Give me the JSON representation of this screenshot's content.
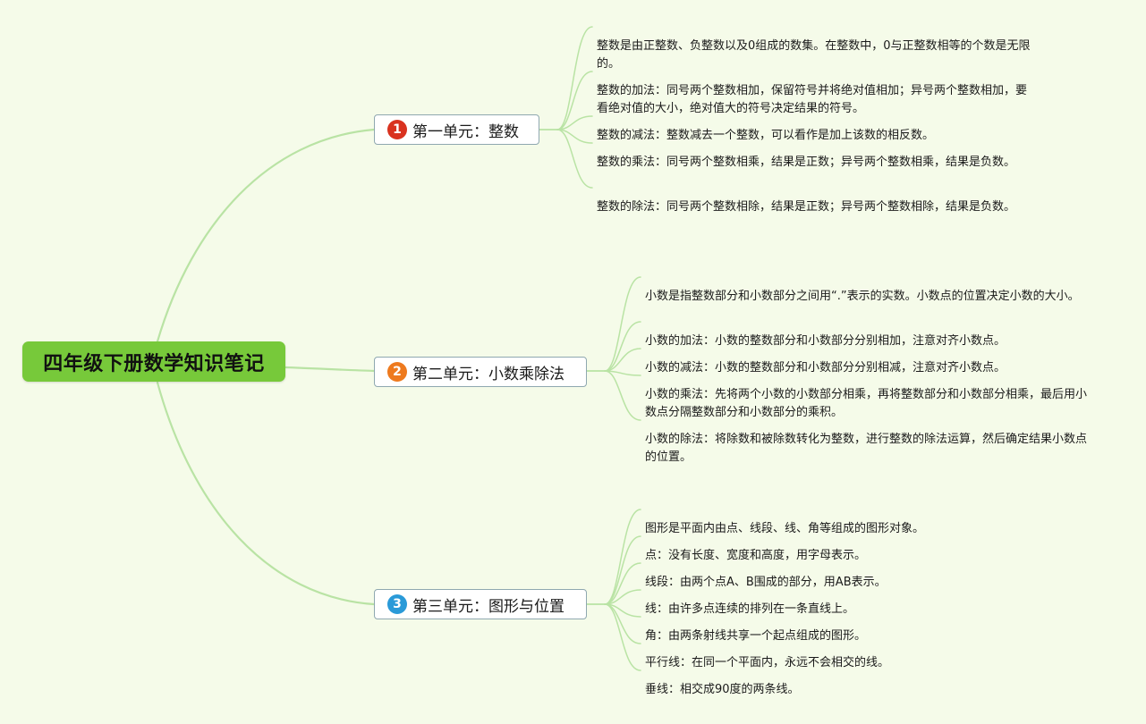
{
  "root": {
    "title": "四年级下册数学知识笔记"
  },
  "units": [
    {
      "badge": "1",
      "badge_color": "#d9321f",
      "title": "第一单元：整数",
      "notes": [
        "整数是由正整数、负整数以及0组成的数集。在整数中，0与正整数相等的个数是无限的。",
        "整数的加法：同号两个整数相加，保留符号并将绝对值相加；异号两个整数相加，要看绝对值的大小，绝对值大的符号决定结果的符号。",
        "整数的减法：整数减去一个整数，可以看作是加上该数的相反数。",
        "整数的乘法：同号两个整数相乘，结果是正数；异号两个整数相乘，结果是负数。",
        "整数的除法：同号两个整数相除，结果是正数；异号两个整数相除，结果是负数。"
      ]
    },
    {
      "badge": "2",
      "badge_color": "#ee7a1e",
      "title": "第二单元：小数乘除法",
      "notes": [
        "小数是指整数部分和小数部分之间用“.”表示的实数。小数点的位置决定小数的大小。",
        "小数的加法：小数的整数部分和小数部分分别相加，注意对齐小数点。",
        "小数的减法：小数的整数部分和小数部分分别相减，注意对齐小数点。",
        "小数的乘法：先将两个小数的小数部分相乘，再将整数部分和小数部分相乘，最后用小数点分隔整数部分和小数部分的乘积。",
        "小数的除法：将除数和被除数转化为整数，进行整数的除法运算，然后确定结果小数点的位置。"
      ]
    },
    {
      "badge": "3",
      "badge_color": "#2a9ad8",
      "title": "第三单元：图形与位置",
      "notes": [
        "图形是平面内由点、线段、线、角等组成的图形对象。",
        "点：没有长度、宽度和高度，用字母表示。",
        "线段：由两个点A、B围成的部分，用AB表示。",
        "线：由许多点连续的排列在一条直线上。",
        "角：由两条射线共享一个起点组成的图形。",
        "平行线：在同一个平面内，永远不会相交的线。",
        "垂线：相交成90度的两条线。"
      ]
    }
  ],
  "colors": {
    "line": "#b9e3a4",
    "root_fill": "#77c93a",
    "background": "#f5fbe9"
  }
}
